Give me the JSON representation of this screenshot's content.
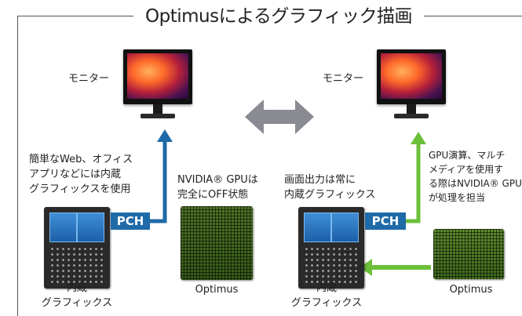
{
  "title": "Optimusによるグラフィック描画",
  "colors": {
    "left_path": "#1f6aa8",
    "right_path": "#6cbf3a",
    "frame": "#555555",
    "swap_arrow": "#8a8a92"
  },
  "left": {
    "monitor_label": "モニター",
    "desc": [
      "簡単なWeb、オフィス",
      "アプリなどには内蔵",
      "グラフィックスを使用"
    ],
    "gpu_status": [
      "NVIDIA® GPUは",
      "完全にOFF状態"
    ],
    "pch_label": "PCH",
    "igpu_label": [
      "内蔵",
      "グラフィックス"
    ],
    "gpu_label": "Optimus"
  },
  "right": {
    "monitor_label": "モニター",
    "desc": [
      "画面出力は常に",
      "内蔵グラフィックス"
    ],
    "gpu_desc": [
      "GPU演算、マルチ",
      "メディアを使用す",
      "る際はNVIDIA® GPU",
      "が処理を担当"
    ],
    "pch_label": "PCH",
    "igpu_label": [
      "内蔵",
      "グラフィックス"
    ],
    "gpu_label": "Optimus"
  },
  "icons": {
    "swap": "double-headed-arrow-icon",
    "arrow_left": "up-arrow-icon",
    "arrow_right": "up-arrow-icon",
    "arrow_gpu": "left-arrow-icon"
  }
}
